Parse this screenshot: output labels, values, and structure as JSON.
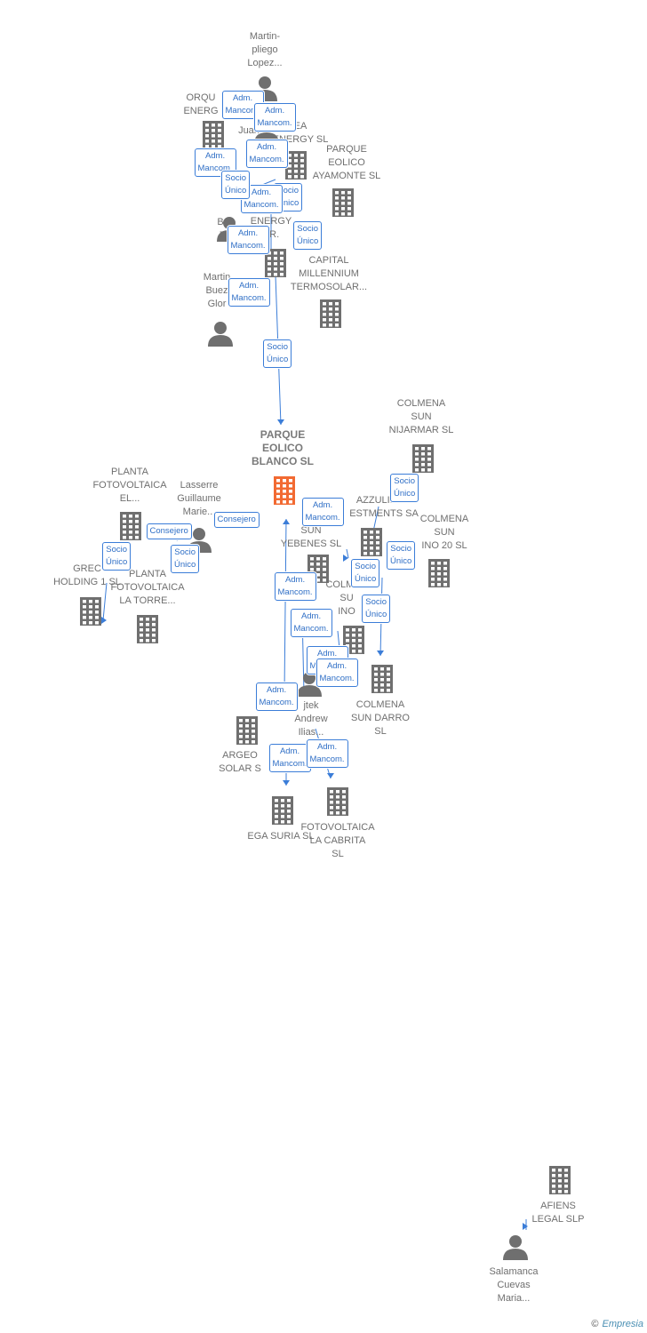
{
  "colors": {
    "line": "#3b7dd8",
    "icon": "#6f6f6f",
    "main_icon": "#f26a32"
  },
  "nodes": [
    {
      "id": "martin_pliego",
      "kind": "person",
      "label": "Martin-\npliego\nLopez..."
    },
    {
      "id": "orquidea",
      "kind": "company",
      "label": "ORQU\nENERG"
    },
    {
      "id": "juan",
      "kind": "person",
      "label": "Juan"
    },
    {
      "id": "ea_energy",
      "kind": "company",
      "label": "EA\nENERGY SL"
    },
    {
      "id": "parque_ayamonte",
      "kind": "company",
      "label": "PARQUE\nEOLICO\nAYAMONTE SL"
    },
    {
      "id": "b_j",
      "kind": "person",
      "label": "B\nJ"
    },
    {
      "id": "energy_ar",
      "kind": "company",
      "label": "ENERGY\nAR."
    },
    {
      "id": "capital_millennium",
      "kind": "company",
      "label": "CAPITAL\nMILLENNIUM\nTERMOSOLAR..."
    },
    {
      "id": "martin_buez",
      "kind": "person",
      "label": "Martin\nBuez\nGlor"
    },
    {
      "id": "parque_blanco",
      "kind": "main",
      "label": "PARQUE\nEOLICO\nBLANCO SL"
    },
    {
      "id": "colmena_nijarmar",
      "kind": "company",
      "label": "COLMENA\nSUN\nNIJARMAR SL"
    },
    {
      "id": "planta_el",
      "kind": "company",
      "label": "PLANTA\nFOTOVOLTAICA\nEL..."
    },
    {
      "id": "lasserre",
      "kind": "person",
      "label": "Lasserre\nGuillaume\nMarie..."
    },
    {
      "id": "azzulinno",
      "kind": "company",
      "label": "AZZULINNO\nESTMENTS SA"
    },
    {
      "id": "colmena_yebenes",
      "kind": "company",
      "label": "CO\nSUN\nYEBENES SL"
    },
    {
      "id": "colmena_ino20",
      "kind": "company",
      "label": "COLMENA\nSUN\nINO 20 SL"
    },
    {
      "id": "greco",
      "kind": "company",
      "label": "GREC\nHOLDING 1 SL"
    },
    {
      "id": "planta_torre",
      "kind": "company",
      "label": "PLANTA\nFOTOVOLTAICA\nLA TORRE..."
    },
    {
      "id": "colmena_ino",
      "kind": "company",
      "label": "COLMEN\nSU\nINO"
    },
    {
      "id": "colmena_darro",
      "kind": "company",
      "label": "COLMENA\nSUN DARRO\nSL"
    },
    {
      "id": "wojtek",
      "kind": "person",
      "label": "jtek\nAndrew\nIlias..."
    },
    {
      "id": "argeo",
      "kind": "company",
      "label": "ARGEO\nSOLAR S"
    },
    {
      "id": "ega_suria",
      "kind": "company",
      "label": "EGA SURIA SL"
    },
    {
      "id": "la_cabrita",
      "kind": "company",
      "label": "FOTOVOLTAICA\nLA CABRITA\nSL"
    },
    {
      "id": "afiens",
      "kind": "company",
      "label": "AFIENS\nLEGAL SLP"
    },
    {
      "id": "salamanca",
      "kind": "person",
      "label": "Salamanca\nCuevas\nMaria..."
    }
  ],
  "relations": [
    {
      "label": "Adm.\nMancom."
    },
    {
      "label": "Adm.\nMancom."
    },
    {
      "label": "Adm.\nMancom."
    },
    {
      "label": "Adm.\nMancom."
    },
    {
      "label": "Socio\nÚnico"
    },
    {
      "label": "Adm.\nMancom."
    },
    {
      "label": "Socio\nÚnico"
    },
    {
      "label": "Adm.\nMancom."
    },
    {
      "label": "Socio\nÚnico"
    },
    {
      "label": "Adm.\nMancom."
    },
    {
      "label": "Socio\nÚnico"
    },
    {
      "label": "Socio\nÚnico"
    },
    {
      "label": "Adm.\nMancom."
    },
    {
      "label": "Consejero"
    },
    {
      "label": "Consejero"
    },
    {
      "label": "Socio\nÚnico"
    },
    {
      "label": "Socio\nÚnico"
    },
    {
      "label": "Socio\nÚnico"
    },
    {
      "label": "Socio\nÚnico"
    },
    {
      "label": "Socio\nÚnico"
    },
    {
      "label": "Adm.\nMancom."
    },
    {
      "label": "Adm.\nMancom."
    },
    {
      "label": "Adm.\nMancom."
    },
    {
      "label": "Adm.\nMancom."
    },
    {
      "label": "Adm.\nMancom."
    },
    {
      "label": "Adm.\nMancom."
    },
    {
      "label": "Adm.\nMancom."
    }
  ],
  "footer": {
    "copyright": "©",
    "brand": "Empresia"
  }
}
